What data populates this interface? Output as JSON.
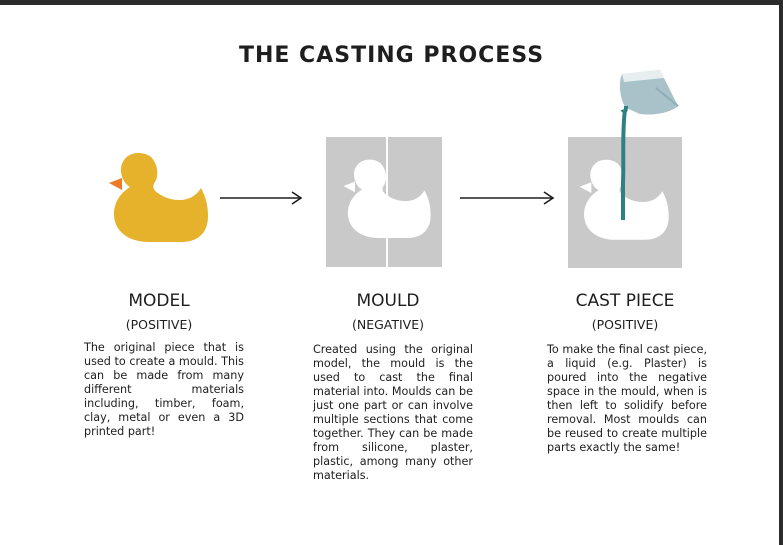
{
  "title": "THE CASTING PROCESS",
  "colors": {
    "duck": "#e6b22b",
    "beak": "#ef7a24",
    "mould_gray": "#c9c9c9",
    "liquid": "#2e8182",
    "jug": "#a9c2c9",
    "text": "#1e1e1e",
    "arrow": "#1e1e1e"
  },
  "columns": [
    {
      "heading": "MODEL",
      "subheading": "(POSITIVE)",
      "description": "The original piece that is used to create a mould. This can be made from many different materials including, timber, foam, clay, metal or even a 3D printed part!"
    },
    {
      "heading": "MOULD",
      "subheading": "(NEGATIVE)",
      "description": "Created using the original model, the mould is the used to cast the final material into. Moulds can be just one part or can involve multiple sections that come together. They can be made from silicone, plaster, plastic, among many other materials."
    },
    {
      "heading": "CAST PIECE",
      "subheading": "(POSITIVE)",
      "description": "To make the final cast piece, a liquid (e.g. Plaster) is poured into the negative space in the mould, when is then left to solidify before removal. Most moulds can be reused to create multiple parts exactly the same!"
    }
  ]
}
